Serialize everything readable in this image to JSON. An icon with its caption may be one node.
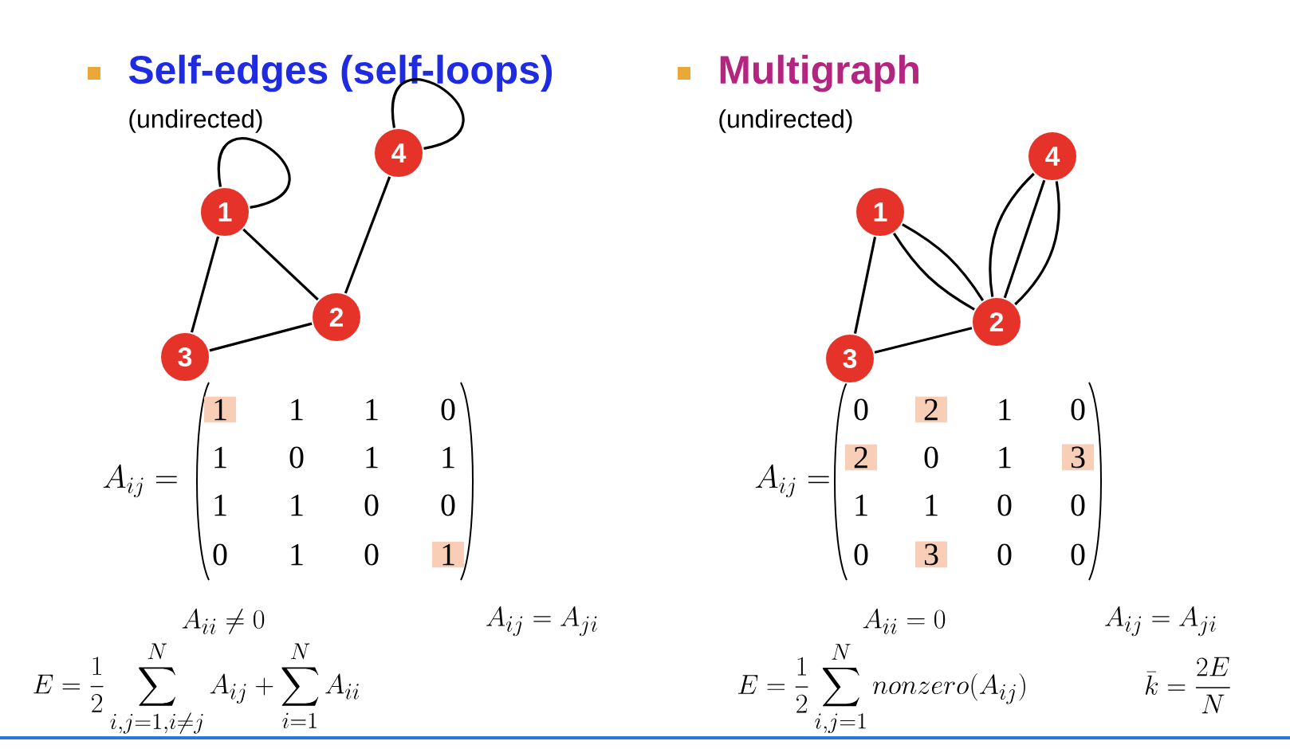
{
  "diagram": {
    "nodes": [
      {
        "text": [
          "1"
        ]
      },
      {
        "text": [
          "2"
        ]
      },
      {
        "text": [
          "3"
        ]
      },
      {
        "text": [
          "4"
        ]
      },
      {
        "text": [
          "1"
        ]
      },
      {
        "text": [
          "2"
        ]
      },
      {
        "text": [
          "3"
        ]
      },
      {
        "text": [
          "4"
        ]
      }
    ],
    "edges": [
      {
        "from": 0,
        "to": 0,
        "arrow": "none"
      },
      {
        "from": 3,
        "to": 3,
        "arrow": "none"
      },
      {
        "from": 0,
        "to": 1,
        "arrow": "none"
      },
      {
        "from": 0,
        "to": 2,
        "arrow": "none"
      },
      {
        "from": 2,
        "to": 1,
        "arrow": "none"
      },
      {
        "from": 1,
        "to": 3,
        "arrow": "none"
      },
      {
        "from": 4,
        "to": 6,
        "arrow": "none"
      },
      {
        "from": 4,
        "to": 5,
        "arrow": "none"
      },
      {
        "from": 4,
        "to": 5,
        "arrow": "none"
      },
      {
        "from": 6,
        "to": 5,
        "arrow": "none"
      },
      {
        "from": 5,
        "to": 7,
        "arrow": "none"
      },
      {
        "from": 5,
        "to": 7,
        "arrow": "none"
      },
      {
        "from": 5,
        "to": 7,
        "arrow": "none"
      }
    ],
    "labels": [
      "Self-edges (self-loops)",
      "(undirected)",
      "Multigraph",
      "(undirected)",
      "A_{ij} =",
      "1",
      "1",
      "1",
      "0",
      "1",
      "0",
      "1",
      "1",
      "1",
      "1",
      "0",
      "0",
      "0",
      "1",
      "0",
      "1",
      "A_{ij} =",
      "0",
      "2",
      "1",
      "0",
      "2",
      "0",
      "1",
      "3",
      "1",
      "1",
      "0",
      "0",
      "0",
      "3",
      "0",
      "0",
      "A_{ii} \\neq 0",
      "A_{ij} = A_{ji}",
      "E = \\frac{1}{2}\\sum_{i,j=1,i\\neq j}^{N} A_{ij} + \\sum_{i=1}^{N} A_{ii}",
      "A_{ii} = 0",
      "A_{ij} = A_{ji}",
      "E = \\frac{1}{2}\\sum_{i,j=1}^{N} nonzero(A_{ij})",
      "\\bar{k} = \\frac{2E}{N}"
    ]
  }
}
